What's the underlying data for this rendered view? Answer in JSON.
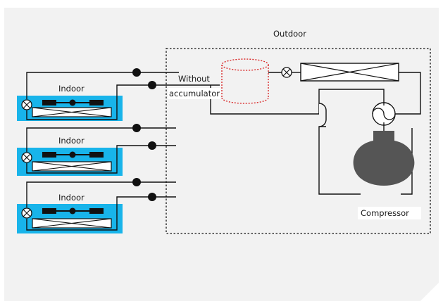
{
  "labels": {
    "outdoor": "Outdoor",
    "without": "Without",
    "accumulator": "accumulator",
    "compressor": "Compressor",
    "indoor_units": [
      "Indoor",
      "Indoor",
      "Indoor"
    ]
  },
  "colors": {
    "background": "#f2f2f2",
    "indoor_box": "#18b4ea",
    "pipe": "#111111",
    "accumulator_outline": "#d92b2b",
    "compressor": "#555555"
  },
  "icons": [
    "expansion-valve-icon",
    "heat-exchanger-icon",
    "four-way-valve-icon",
    "compressor-icon",
    "accumulator-icon",
    "pipe-junction-icon"
  ]
}
